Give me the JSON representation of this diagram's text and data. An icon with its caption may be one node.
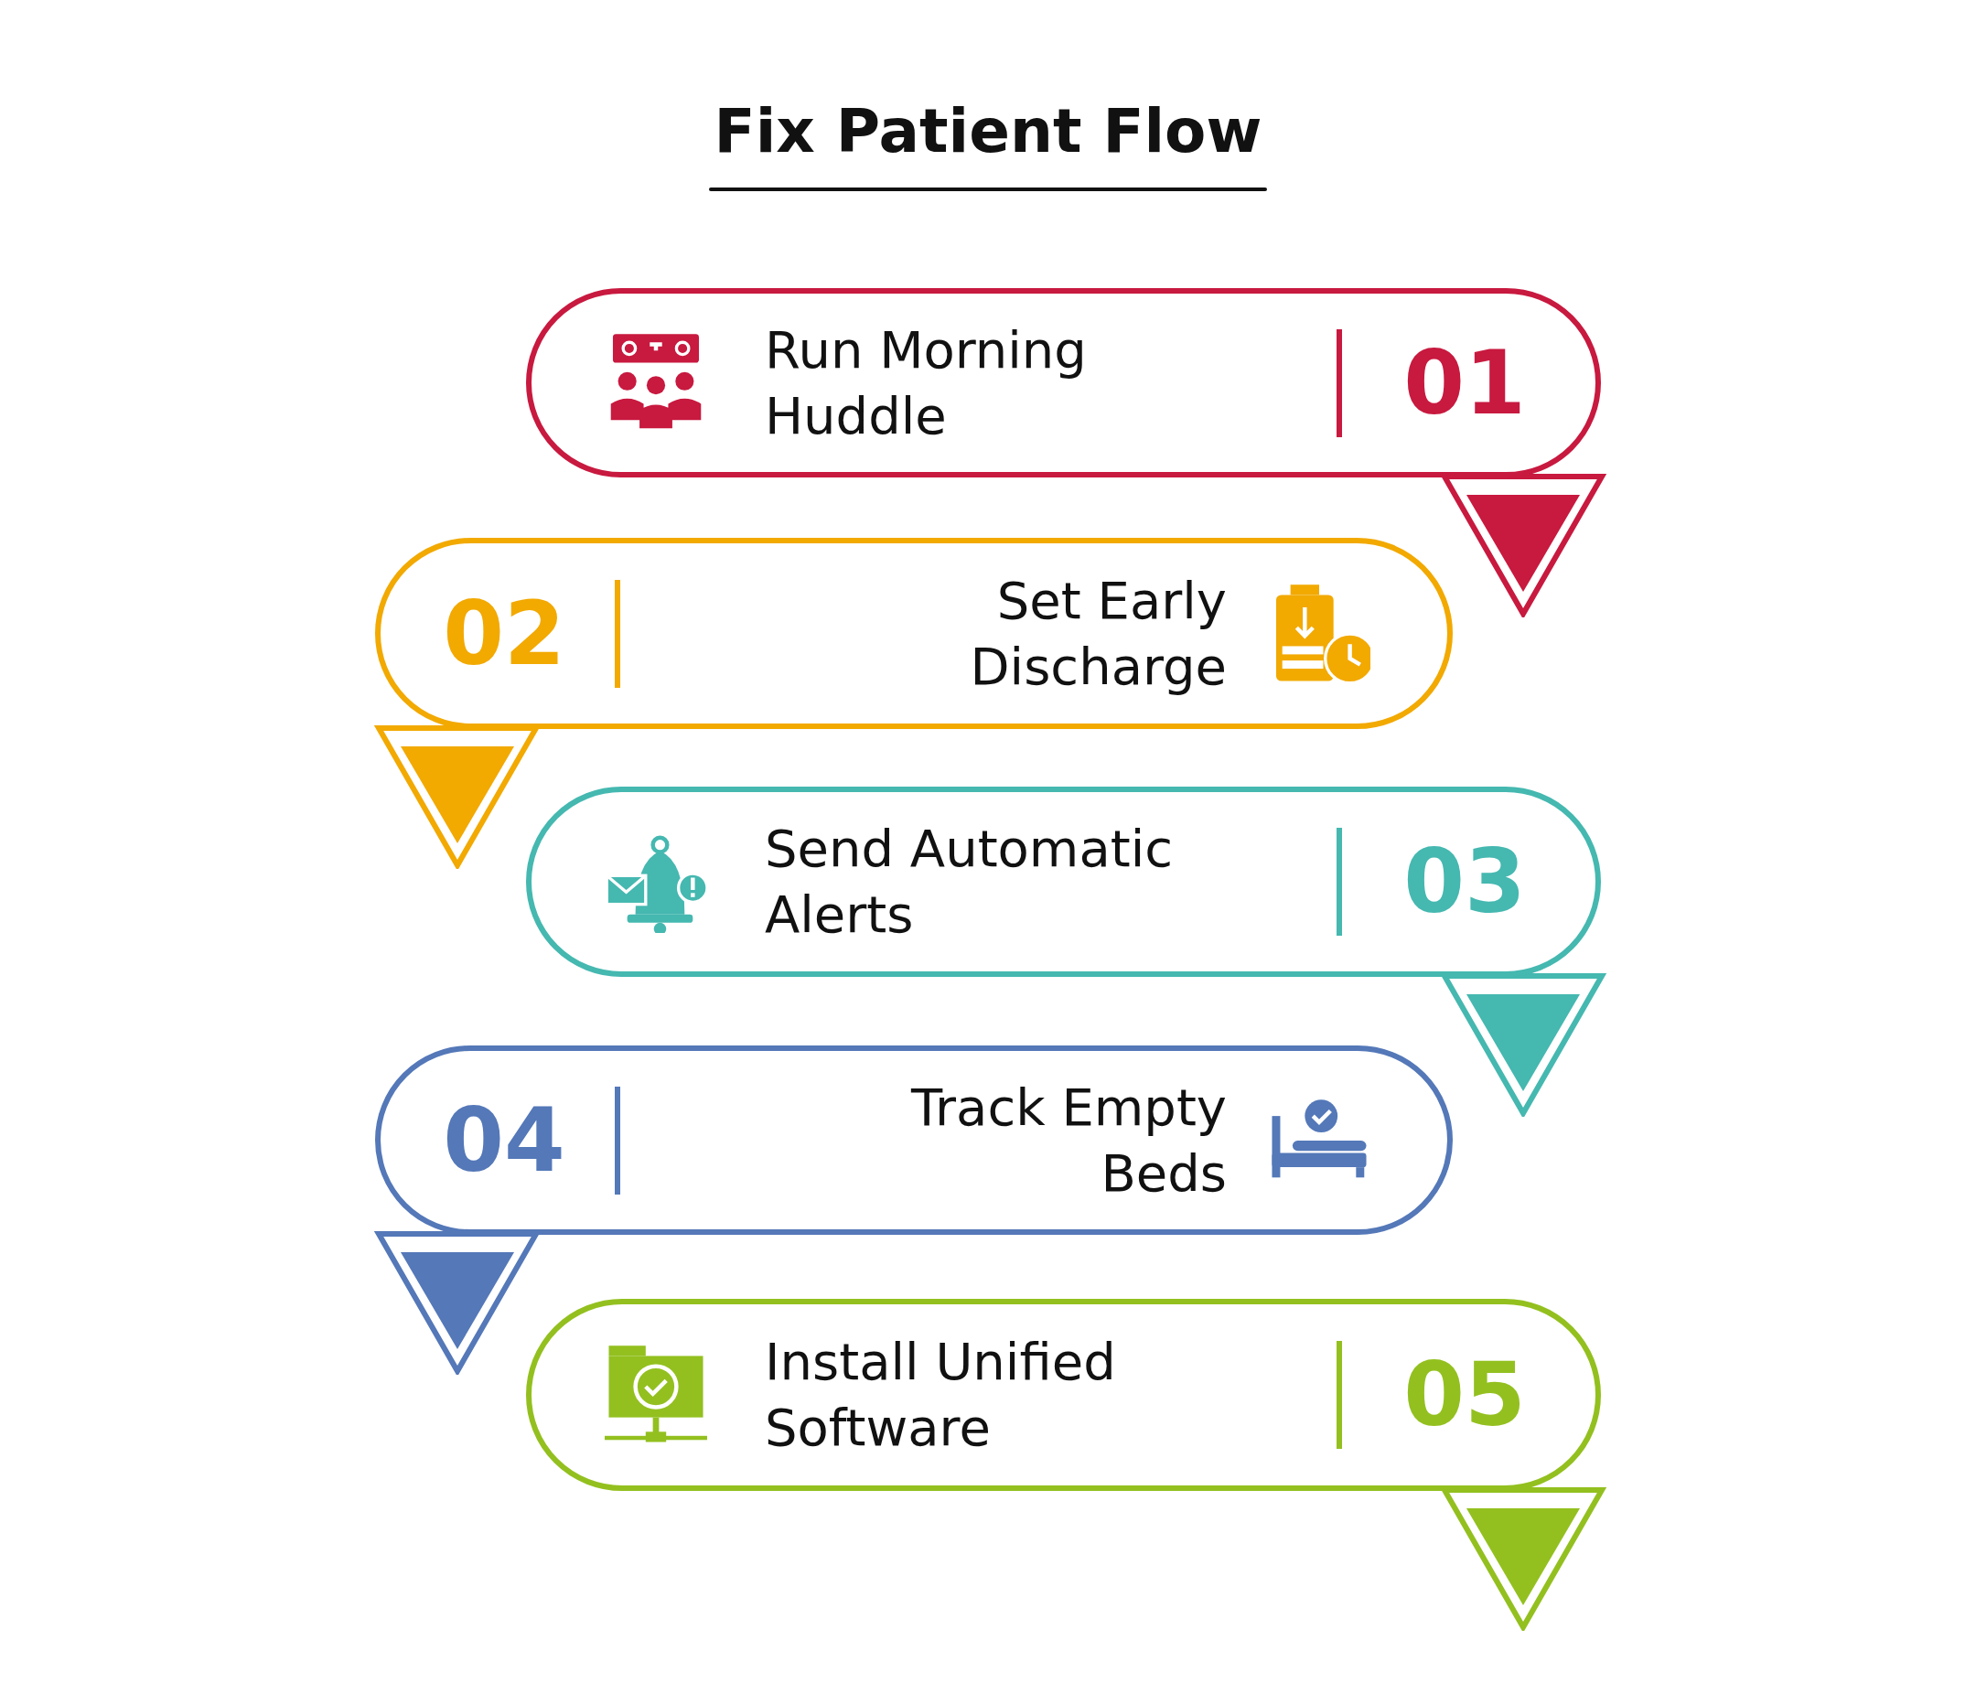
{
  "diagram": {
    "title": "Fix Patient Flow",
    "nodes": [
      {
        "text": [
          "Run Morning Huddle",
          "01"
        ]
      },
      {
        "text": [
          "02",
          "Set Early Discharge"
        ]
      },
      {
        "text": [
          "Send Automatic Alerts",
          "03"
        ]
      },
      {
        "text": [
          "04",
          "Track Empty Beds"
        ]
      },
      {
        "text": [
          "Install Unified Software",
          "05"
        ]
      }
    ],
    "edges": [
      {
        "from": 0,
        "to": 1,
        "arrow": "to",
        "color": "#c8193f"
      },
      {
        "from": 1,
        "to": 2,
        "arrow": "to",
        "color": "#f2a900"
      },
      {
        "from": 2,
        "to": 3,
        "arrow": "to",
        "color": "#45b8b0"
      },
      {
        "from": 3,
        "to": 4,
        "arrow": "to",
        "color": "#5478b8"
      },
      {
        "from": 4,
        "to": null,
        "arrow": "to",
        "color": "#93c01f"
      }
    ]
  }
}
